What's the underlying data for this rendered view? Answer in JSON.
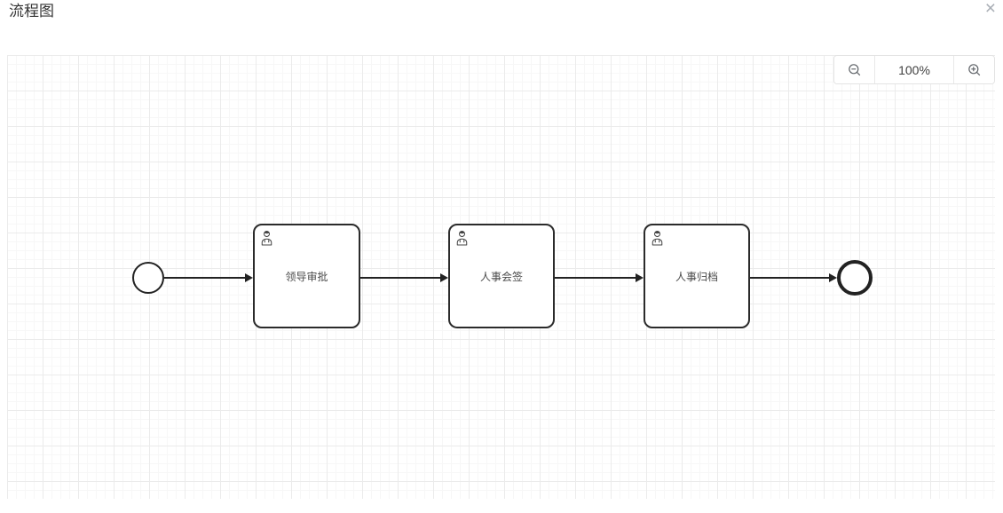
{
  "header": {
    "title": "流程图",
    "close_icon": "×"
  },
  "toolbar": {
    "zoom_out_icon": "magnifier-minus-icon",
    "zoom_level": "100%",
    "zoom_in_icon": "magnifier-plus-icon"
  },
  "diagram": {
    "type": "bpmn-process-flow",
    "start_event": {
      "type": "start-event",
      "shape": "thin-circle"
    },
    "nodes": [
      {
        "label": "领导审批",
        "type": "user-task",
        "icon": "user-icon"
      },
      {
        "label": "人事会签",
        "type": "user-task",
        "icon": "user-icon"
      },
      {
        "label": "人事归档",
        "type": "user-task",
        "icon": "user-icon"
      }
    ],
    "end_event": {
      "type": "end-event",
      "shape": "thick-circle"
    },
    "flow_order": [
      "start-event",
      "领导审批",
      "人事会签",
      "人事归档",
      "end-event"
    ]
  },
  "colors": {
    "node_stroke": "#2b2b2b",
    "edge_stroke": "#222222",
    "task_text": "#4a4a4a",
    "grid_minor": "#f7f7f7",
    "grid_major": "#ebebeb",
    "toolbar_border": "#e3e3e3",
    "close_icon": "#a9aeb5"
  }
}
